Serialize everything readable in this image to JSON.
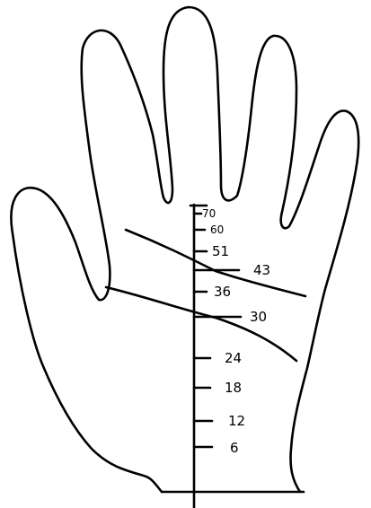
{
  "diagram": {
    "scale_marks": [
      {
        "value": 70,
        "label": "70"
      },
      {
        "value": 60,
        "label": "60"
      },
      {
        "value": 51,
        "label": "51"
      },
      {
        "value": 43,
        "label": "43"
      },
      {
        "value": 36,
        "label": "36"
      },
      {
        "value": 30,
        "label": "30"
      },
      {
        "value": 24,
        "label": "24"
      },
      {
        "value": 18,
        "label": "18"
      },
      {
        "value": 12,
        "label": "12"
      },
      {
        "value": 6,
        "label": "6"
      }
    ]
  }
}
